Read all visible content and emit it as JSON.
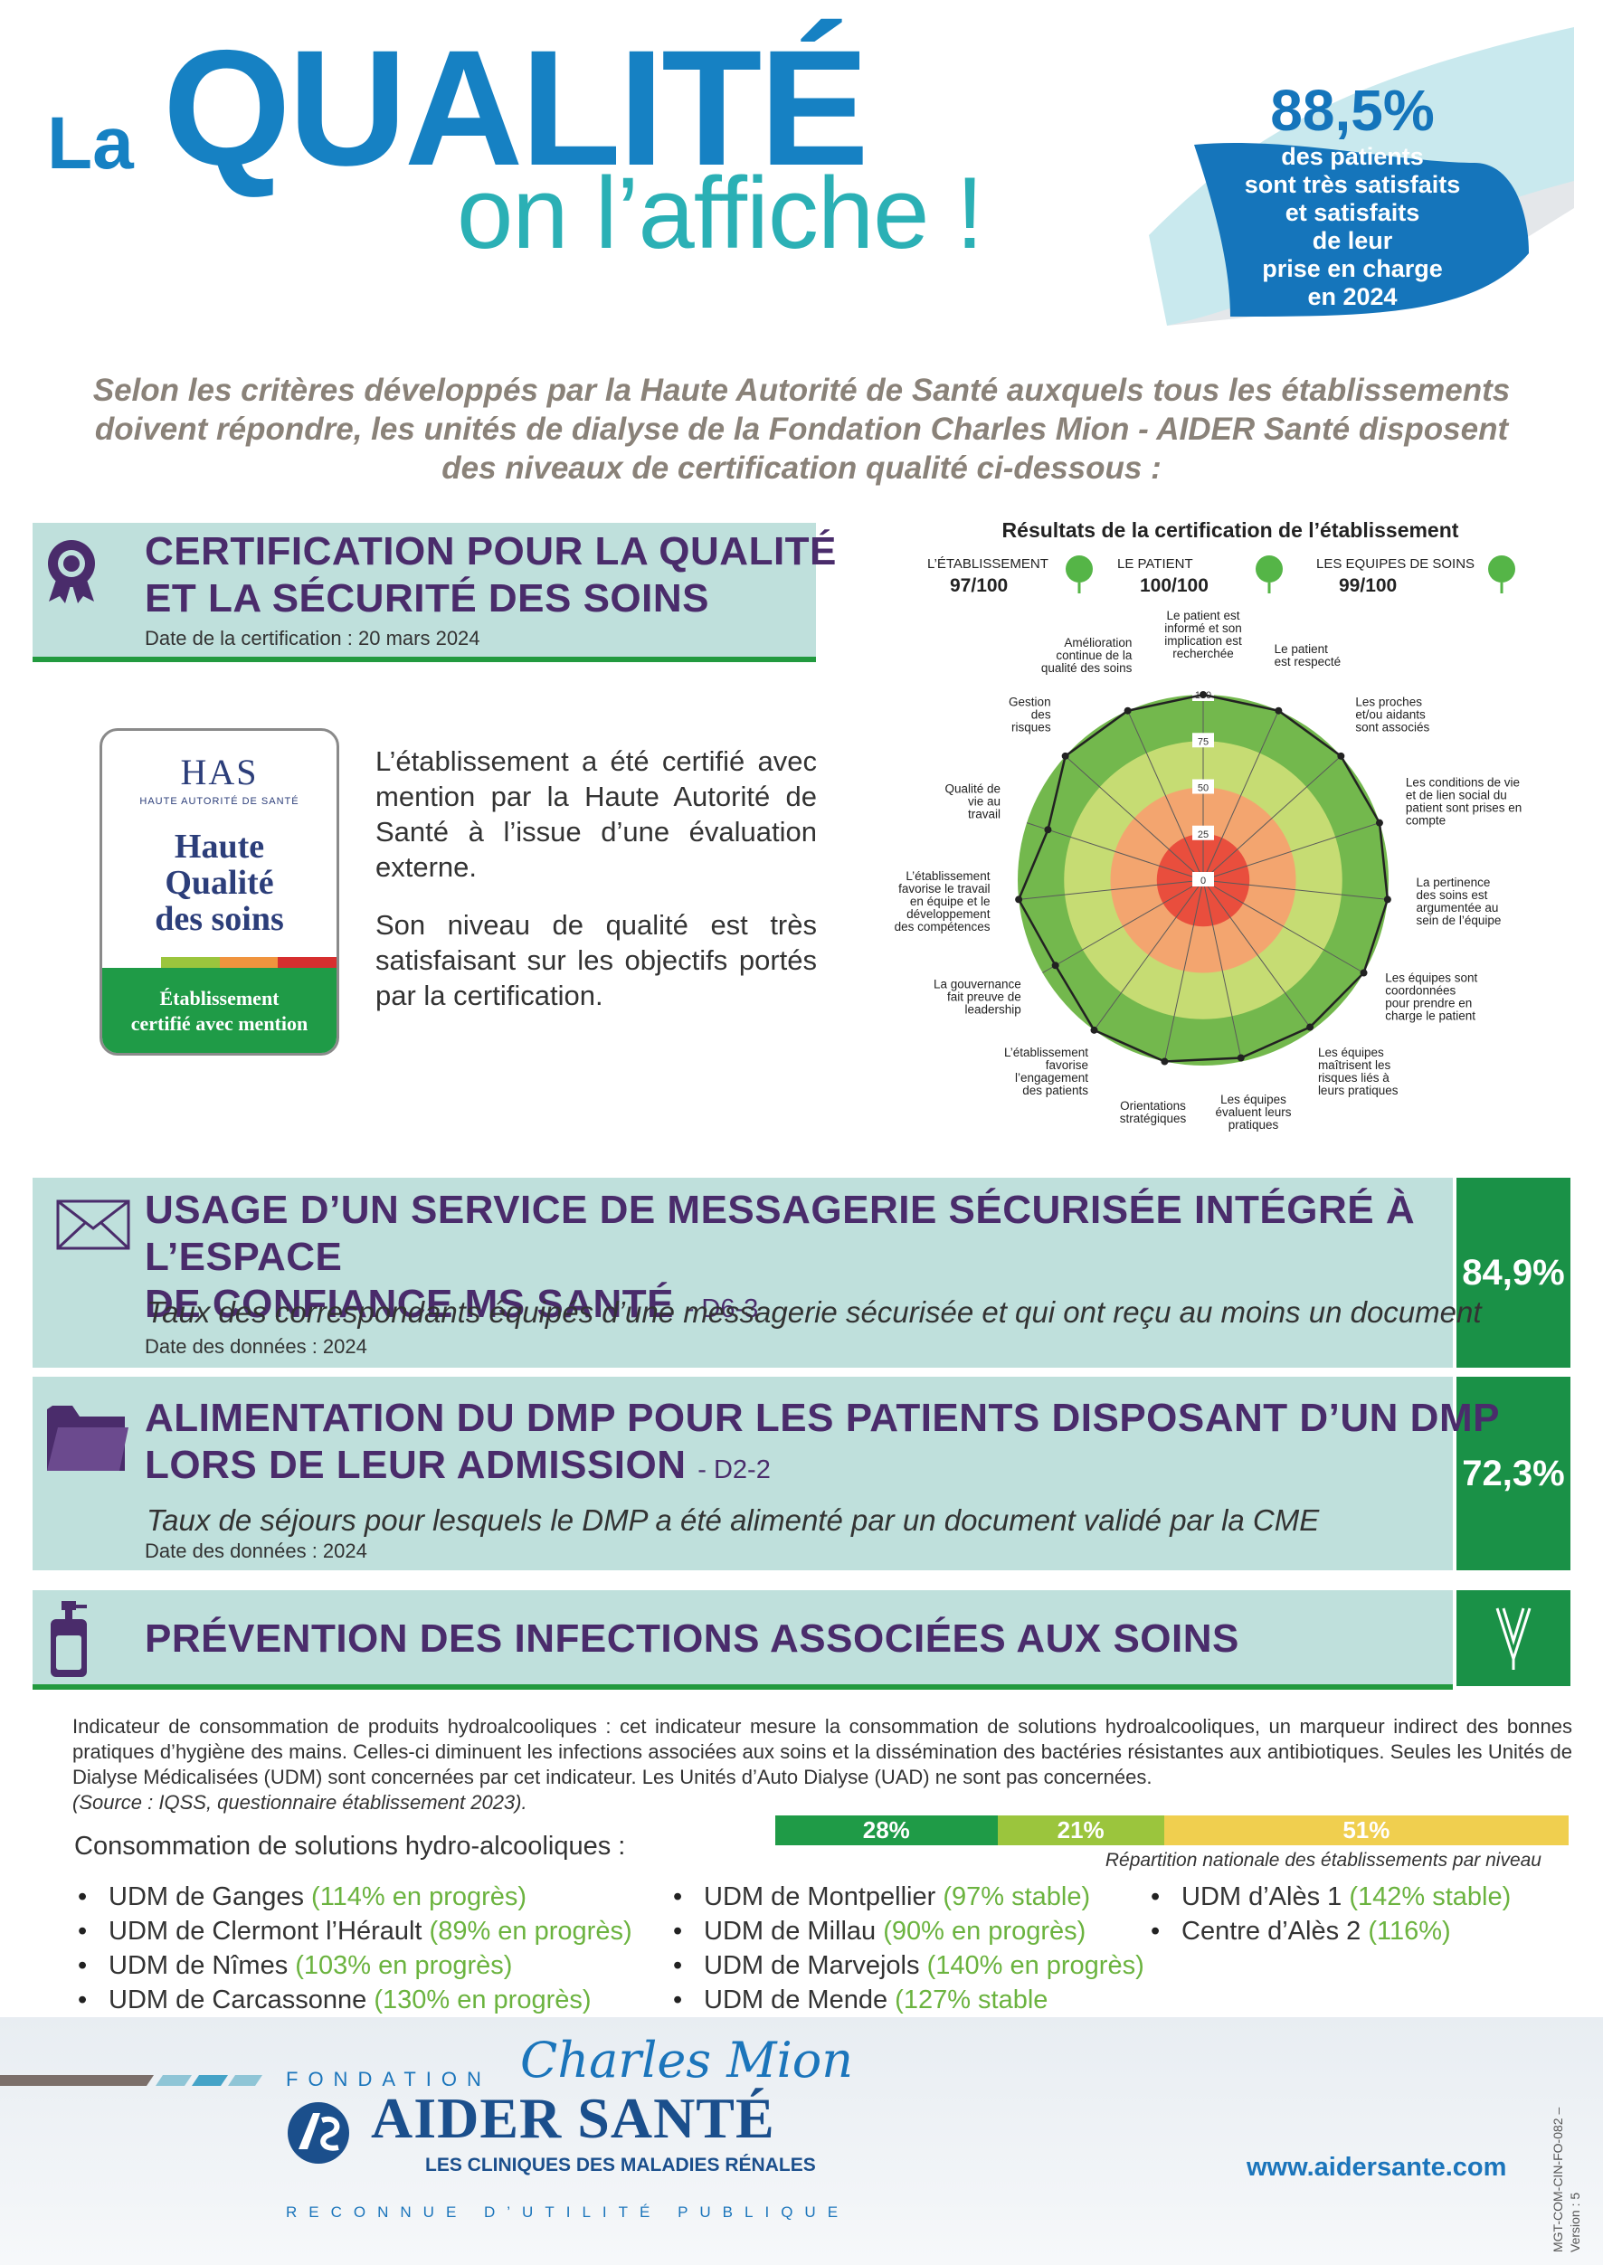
{
  "header": {
    "la": "La",
    "qualite": "QUALITÉ",
    "affiche": "on l’affiche !",
    "satisfaction_pct": "88,5%",
    "satisfaction_lines": [
      "des patients",
      "sont très satisfaits",
      "et satisfaits",
      "de leur",
      "prise en charge",
      "en 2024"
    ]
  },
  "intro": "Selon les critères développés par la Haute Autorité de Santé auxquels tous les établissements doivent répondre, les unités de dialyse de la Fondation Charles Mion - AIDER Santé disposent des niveaux de certification qualité ci-dessous :",
  "certification": {
    "title_line1": "CERTIFICATION POUR LA QUALITÉ",
    "title_line2": "ET LA SÉCURITÉ DES SOINS",
    "date": "Date de la certification : 20 mars 2024",
    "paragraph1": "L’établissement a été certifié avec mention par la Haute Autorité de Santé à l’issue d’une évaluation externe.",
    "paragraph2": "Son niveau de qualité est très satisfaisant sur les objectifs portés par la certification.",
    "has_logo": "HAS",
    "has_sub": "HAUTE AUTORITÉ DE SANTÉ",
    "has_main_l1": "Haute",
    "has_main_l2": "Qualité",
    "has_main_l3": "des soins",
    "has_foot_l1": "Établissement",
    "has_foot_l2": "certifié avec mention",
    "colors": {
      "band": "#bfe0dc",
      "accent": "#229a3f",
      "title": "#4a2c6b"
    }
  },
  "chart_data": {
    "type": "radar",
    "title": "Résultats de la certification de l’établissement",
    "scores": [
      {
        "label": "L’ÉTABLISSEMENT",
        "value": "97/100"
      },
      {
        "label": "LE PATIENT",
        "value": "100/100"
      },
      {
        "label": "LES EQUIPES DE SOINS",
        "value": "99/100"
      }
    ],
    "rlim": [
      0,
      100
    ],
    "ring_ticks": [
      "0",
      "25",
      "50",
      "75",
      "100"
    ],
    "axes": [
      {
        "label": [
          "Le patient est",
          "informé et son",
          "implication est",
          "recherchée"
        ],
        "value": 100
      },
      {
        "label": [
          "Le patient",
          "est respecté"
        ],
        "value": 100
      },
      {
        "label": [
          "Les proches",
          "et/ou aidants",
          "sont associés"
        ],
        "value": 100
      },
      {
        "label": [
          "Les conditions de vie",
          "et de lien social du",
          "patient sont prises en",
          "compte"
        ],
        "value": 100
      },
      {
        "label": [
          "La pertinence",
          "des soins est",
          "argumentée au",
          "sein de l’équipe"
        ],
        "value": 100
      },
      {
        "label": [
          "Les équipes sont",
          "coordonnées",
          "pour prendre en",
          "charge le patient"
        ],
        "value": 100
      },
      {
        "label": [
          "Les équipes",
          "maîtrisent les",
          "risques liés à",
          "leurs pratiques"
        ],
        "value": 98
      },
      {
        "label": [
          "Les équipes",
          "évaluent leurs",
          "pratiques"
        ],
        "value": 98
      },
      {
        "label": [
          "Orientations",
          "stratégiques"
        ],
        "value": 100
      },
      {
        "label": [
          "L’établissement",
          "favorise",
          "l’engagement",
          "des patients"
        ],
        "value": 100
      },
      {
        "label": [
          "La gouvernance",
          "fait preuve de",
          "leadership"
        ],
        "value": 92
      },
      {
        "label": [
          "L’établissement",
          "favorise le travail",
          "en équipe et le",
          "développement",
          "des compétences"
        ],
        "value": 100
      },
      {
        "label": [
          "Qualité de",
          "vie au",
          "travail"
        ],
        "value": 88
      },
      {
        "label": [
          "Gestion",
          "des",
          "risques"
        ],
        "value": 100
      },
      {
        "label": [
          "Amélioration",
          "continue de la",
          "qualité des soins"
        ],
        "value": 100
      }
    ],
    "zone_colors": [
      "#e94e3d",
      "#f3a56f",
      "#c6dc73",
      "#73b84d"
    ]
  },
  "messagerie": {
    "title_line1": "USAGE D’UN SERVICE DE MESSAGERIE SÉCURISÉE INTÉGRÉ À L’ESPACE",
    "title_line2": "DE CONFIANCE MS SANTÉ",
    "code": "- D6-3",
    "desc": "Taux des correspondants équipés d’une messagerie sécurisée et qui ont reçu au moins un document",
    "date": "Date des données : 2024",
    "score": "84,9%"
  },
  "dmp": {
    "title_line1": "ALIMENTATION DU DMP POUR LES PATIENTS DISPOSANT D’UN DMP",
    "title_line2": "LORS DE LEUR ADMISSION",
    "code": "- D2-2",
    "desc": "Taux de séjours pour lesquels le DMP a été alimenté par un document validé par la CME",
    "date": "Date des données : 2024",
    "score": "72,3%"
  },
  "prevention": {
    "title": "PRÉVENTION DES INFECTIONS ASSOCIÉES AUX SOINS",
    "paragraph": "Indicateur de consommation de produits hydroalcooliques : cet indicateur mesure la consommation de solutions hydroalcooliques, un marqueur indirect des bonnes pratiques d’hygiène des mains. Celles-ci diminuent les infections associées aux soins et la dissémination des bactéries résistantes aux antibiotiques. Seules les Unités de Dialyse Médicalisées (UDM) sont concernées par cet indicateur. Les Unités d’Auto Dialyse (UAD) ne sont pas concernées.",
    "source": "(Source : IQSS, questionnaire établissement 2023).",
    "conso_label": "Consommation de solutions hydro-alcooliques :",
    "repartition": [
      {
        "label": "28%",
        "value": 28,
        "color": "#1f9b47"
      },
      {
        "label": "21%",
        "value": 21,
        "color": "#9bc53d"
      },
      {
        "label": "51%",
        "value": 51,
        "color": "#f0cf4f"
      }
    ],
    "repartition_caption": "Répartition nationale des établissements par niveau",
    "col1": [
      {
        "name": "UDM de Ganges",
        "status": "(114% en progrès)"
      },
      {
        "name": "UDM de Clermont l’Hérault",
        "status": "(89% en progrès)"
      },
      {
        "name": "UDM de Nîmes",
        "status": "(103% en progrès)"
      },
      {
        "name": "UDM de Carcassonne",
        "status": "(130% en progrès)"
      }
    ],
    "col2": [
      {
        "name": "UDM de Montpellier",
        "status": "(97% stable)"
      },
      {
        "name": "UDM de Millau",
        "status": "(90% en progrès)"
      },
      {
        "name": "UDM de Marvejols",
        "status": "(140% en progrès)"
      },
      {
        "name": "UDM de Mende",
        "status": "(127% stable"
      }
    ],
    "col3": [
      {
        "name": "UDM d’Alès 1",
        "status": "(142% stable)"
      },
      {
        "name": "Centre d’Alès 2",
        "status": "(116%)"
      }
    ]
  },
  "footer": {
    "fondation": "FONDATION",
    "charles_mion": "Charles Mion",
    "aider": "AIDER SANTÉ",
    "cliniques": "LES CLINIQUES DES MALADIES RÉNALES",
    "reconnue": "RECONNUE D’UTILITÉ PUBLIQUE",
    "url": "www.aidersante.com",
    "ref_line1": "MGT-COM-CIN-FO-082 –",
    "ref_line2": "Version : 5"
  }
}
